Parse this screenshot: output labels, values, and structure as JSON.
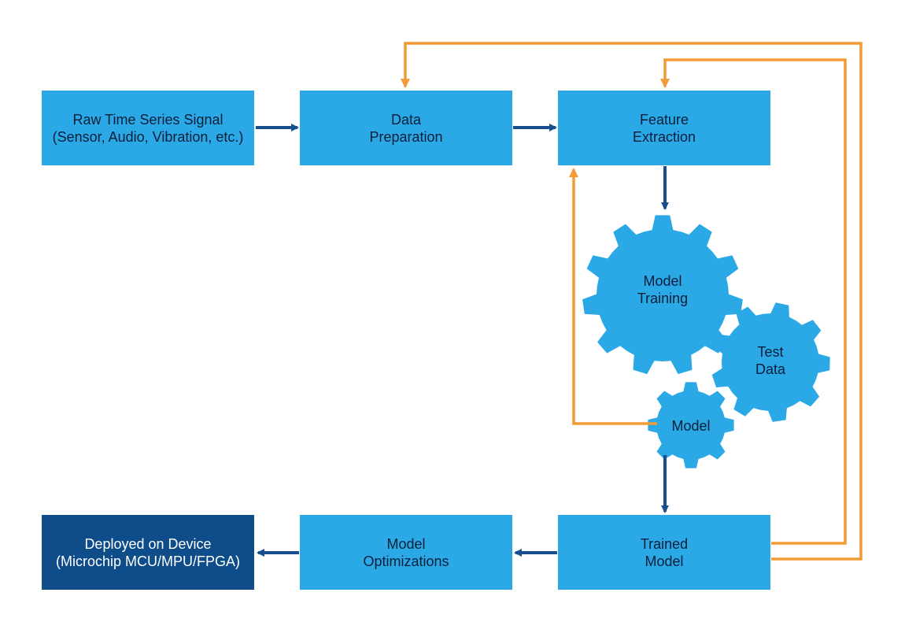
{
  "colors": {
    "box_fill": "#2ba8e6",
    "deploy_fill": "#0f4c8a",
    "flow_arrow": "#1a4f8f",
    "feedback_arrow": "#f29a33",
    "gear_fill": "#2ba8e6"
  },
  "boxes": {
    "raw_signal": {
      "line1": "Raw Time Series Signal",
      "line2": "(Sensor, Audio, Vibration, etc.)"
    },
    "data_prep": {
      "line1": "Data",
      "line2": "Preparation"
    },
    "feature_extraction": {
      "line1": "Feature",
      "line2": "Extraction"
    },
    "trained_model": {
      "line1": "Trained",
      "line2": "Model"
    },
    "model_optimizations": {
      "line1": "Model",
      "line2": "Optimizations"
    },
    "deployed": {
      "line1": "Deployed on Device",
      "line2": "(Microchip MCU/MPU/FPGA)"
    }
  },
  "gears": {
    "model_training": {
      "line1": "Model",
      "line2": "Training"
    },
    "test_data": {
      "line1": "Test",
      "line2": "Data"
    },
    "model": {
      "line1": "Model"
    }
  }
}
